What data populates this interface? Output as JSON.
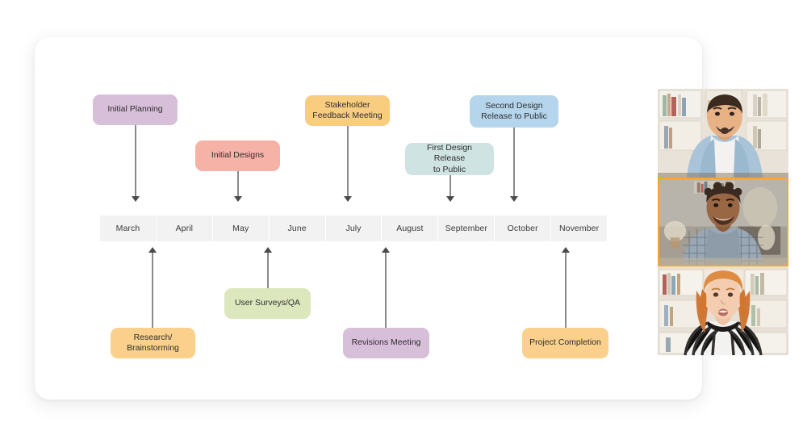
{
  "card": {
    "name": "project-timeline-card",
    "background": "#ffffff"
  },
  "timeline": {
    "months": [
      {
        "label": "March"
      },
      {
        "label": "April"
      },
      {
        "label": "May"
      },
      {
        "label": "June"
      },
      {
        "label": "July"
      },
      {
        "label": "August"
      },
      {
        "label": "September"
      },
      {
        "label": "October"
      },
      {
        "label": "November"
      }
    ],
    "axis_background": "#f2f2f2",
    "events_above": [
      {
        "id": "initial-planning",
        "label": "Initial Planning",
        "month": "March",
        "color": "#d7bfda",
        "direction": "down"
      },
      {
        "id": "initial-designs",
        "label": "Initial Designs",
        "month": "May",
        "color": "#f7b2a8",
        "direction": "down"
      },
      {
        "id": "stakeholder-feedback-meeting",
        "label": "Stakeholder\nFeedback Meeting",
        "month": "July",
        "color": "#f9cd7f",
        "direction": "down"
      },
      {
        "id": "first-design-release-to-public",
        "label": "First Design Release\nto Public",
        "month": "September",
        "color": "#cfe3e2",
        "direction": "down"
      },
      {
        "id": "second-design-release-to-public",
        "label": "Second Design\nRelease to Public",
        "month": "October",
        "color": "#b4d5ec",
        "direction": "down"
      }
    ],
    "events_below": [
      {
        "id": "research-brainstorming",
        "label": "Research/\nBrainstorming",
        "month": "March",
        "color": "#fad08c",
        "direction": "up"
      },
      {
        "id": "user-surveys-qa",
        "label": "User Surveys/QA",
        "month": "May",
        "color": "#dde7bd",
        "direction": "up"
      },
      {
        "id": "revisions-meeting",
        "label": "Revisions Meeting",
        "month": "August",
        "color": "#d7bfda",
        "direction": "up"
      },
      {
        "id": "project-completion",
        "label": "Project Completion",
        "month": "November",
        "color": "#fad08c",
        "direction": "up"
      }
    ]
  },
  "video_call": {
    "accent_color": "#f0a92a",
    "participants": [
      {
        "id": "participant-1",
        "description": "smiling-man-in-denim-shirt",
        "active_speaker": false
      },
      {
        "id": "participant-2",
        "description": "smiling-man-in-plaid-shirt",
        "active_speaker": true
      },
      {
        "id": "participant-3",
        "description": "woman-in-striped-top",
        "active_speaker": false
      }
    ]
  }
}
